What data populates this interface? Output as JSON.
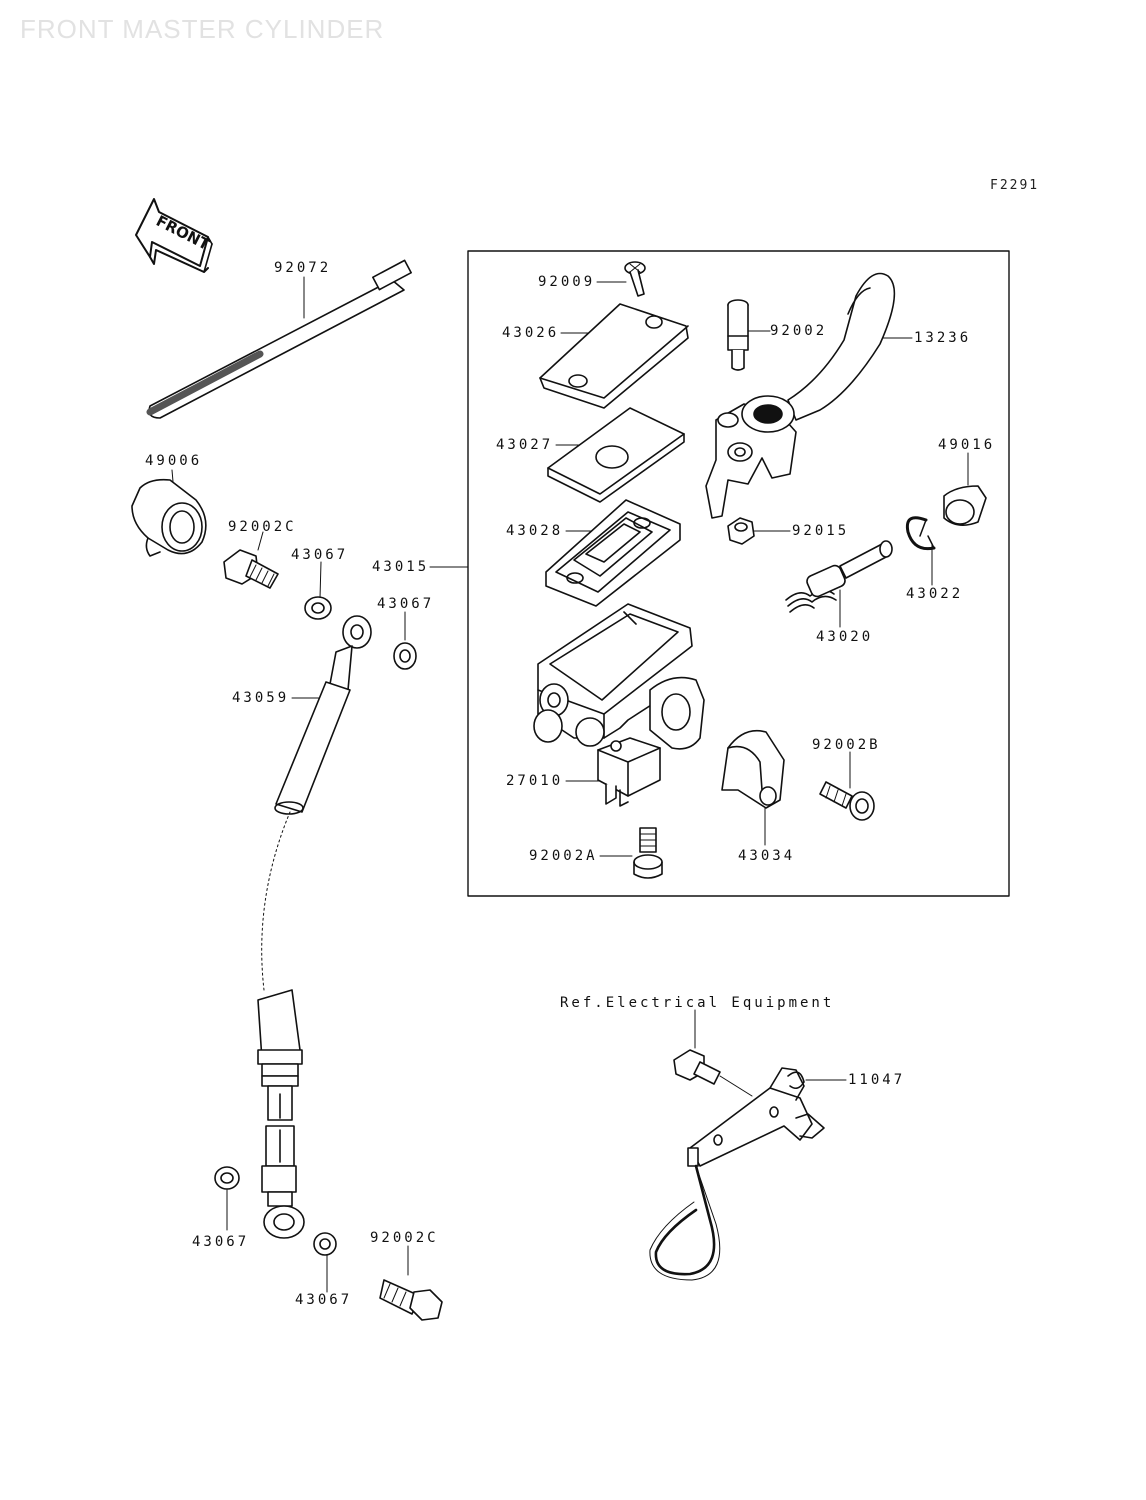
{
  "title": "FRONT MASTER CYLINDER",
  "figure_code": "F2291",
  "front_arrow": "FRONT",
  "labels": {
    "p92072": "92072",
    "p49006": "49006",
    "p92002c_top": "92002C",
    "p43067_a": "43067",
    "p43067_b": "43067",
    "p43059": "43059",
    "p43015": "43015",
    "p92009": "92009",
    "p43026": "43026",
    "p43027": "43027",
    "p43028": "43028",
    "p27010": "27010",
    "p92002a": "92002A",
    "p92002": "92002",
    "p13236": "13236",
    "p49016": "49016",
    "p92015": "92015",
    "p43022": "43022",
    "p43020": "43020",
    "p92002b": "92002B",
    "p43034": "43034",
    "p43067_c": "43067",
    "p43067_d": "43067",
    "p92002c_bottom": "92002C",
    "ref_electrical": "Ref.Electrical Equipment",
    "p11047": "11047"
  }
}
